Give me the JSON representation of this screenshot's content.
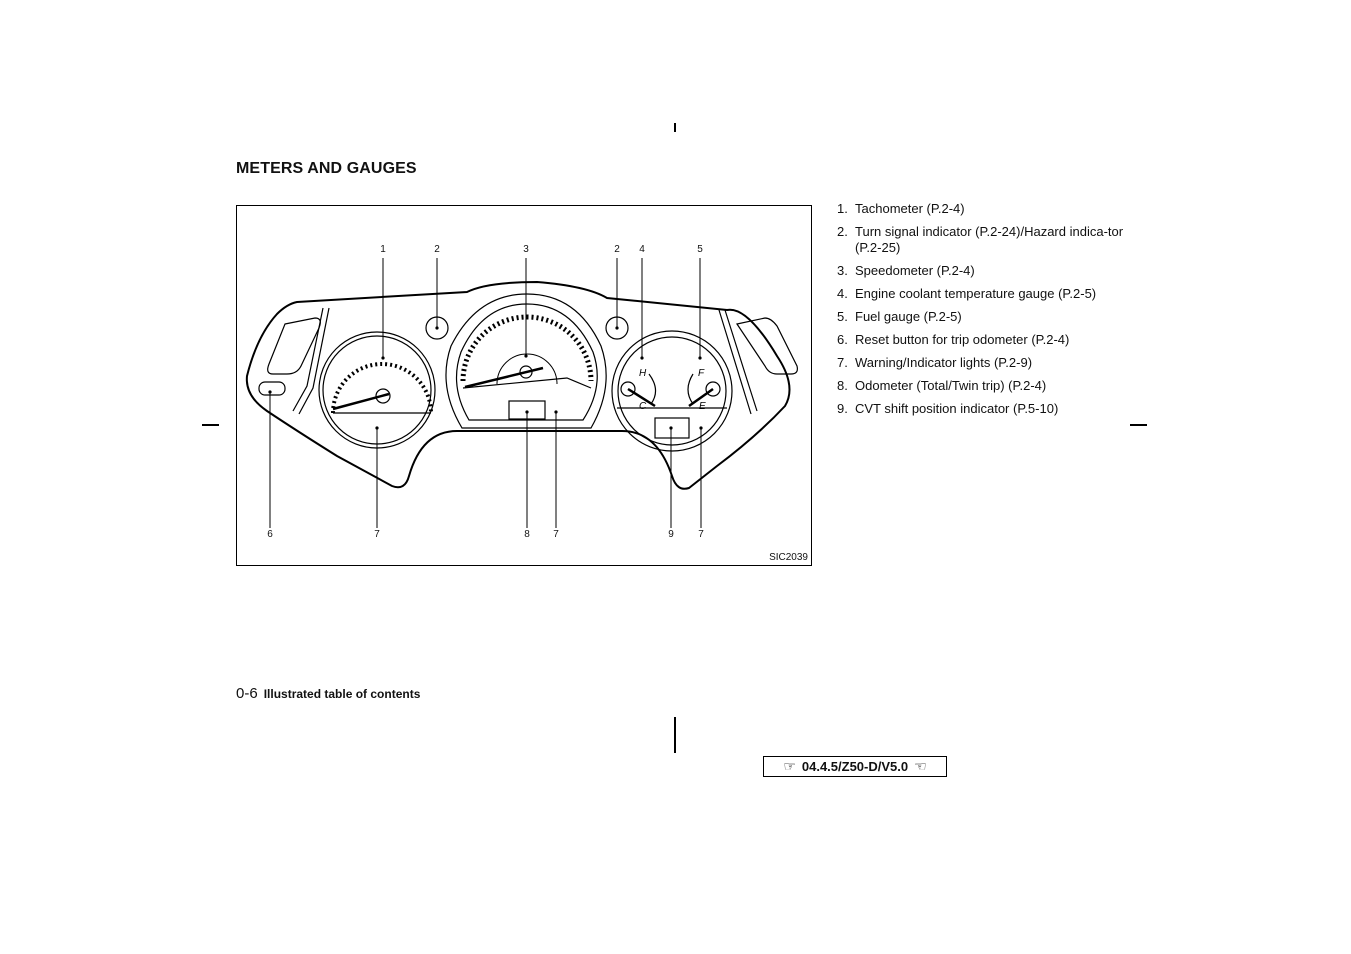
{
  "page": {
    "section_title": "METERS AND GAUGES",
    "figure": {
      "code": "SIC2039",
      "callouts_top": [
        "1",
        "2",
        "3",
        "2",
        "4",
        "5"
      ],
      "callouts_bottom": [
        "6",
        "7",
        "8",
        "7",
        "9",
        "7"
      ],
      "gauge_labels": {
        "hot": "H",
        "cold": "C",
        "full": "F",
        "empty": "E"
      }
    },
    "legend": [
      {
        "num": "1.",
        "text": "Tachometer (P.2-4)"
      },
      {
        "num": "2.",
        "text": "Turn signal indicator (P.2-24)/Hazard indica-tor (P.2-25)"
      },
      {
        "num": "3.",
        "text": "Speedometer (P.2-4)"
      },
      {
        "num": "4.",
        "text": "Engine coolant temperature gauge (P.2-5)"
      },
      {
        "num": "5.",
        "text": "Fuel gauge (P.2-5)"
      },
      {
        "num": "6.",
        "text": "Reset button for trip odometer (P.2-4)"
      },
      {
        "num": "7.",
        "text": "Warning/Indicator lights (P.2-9)"
      },
      {
        "num": "8.",
        "text": "Odometer (Total/Twin trip) (P.2-4)"
      },
      {
        "num": "9.",
        "text": "CVT shift position indicator (P.5-10)"
      }
    ],
    "footer": {
      "page_number": "0-6",
      "page_title": "Illustrated table of contents"
    },
    "version": {
      "left_icon": "☞",
      "label": "04.4.5/Z50-D/V5.0",
      "right_icon": "☜"
    }
  }
}
